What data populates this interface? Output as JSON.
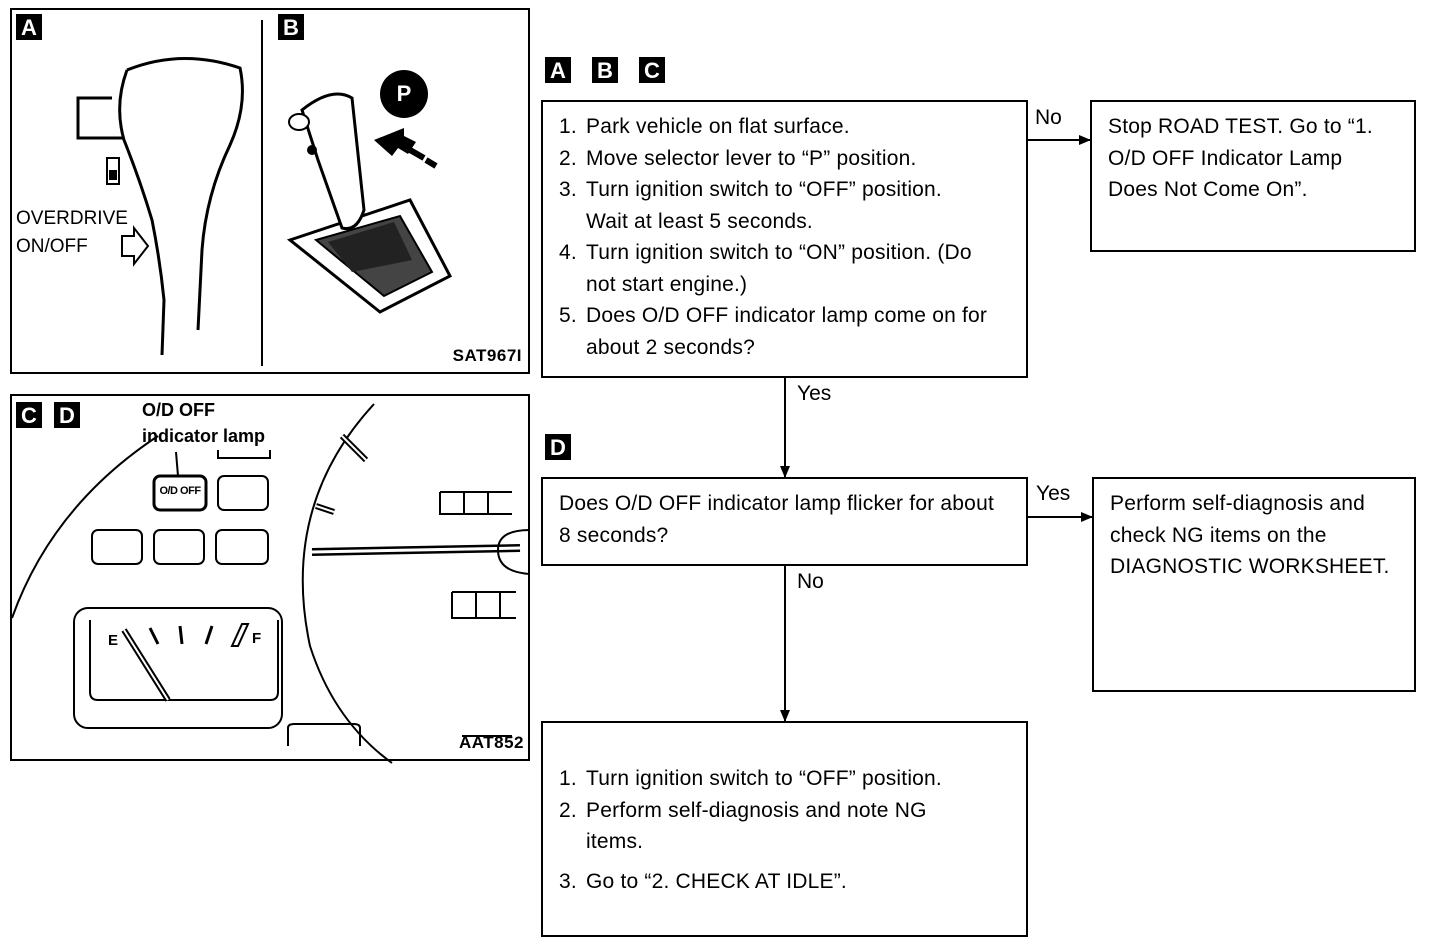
{
  "figA": {
    "tag": "A",
    "label_line1": "OVERDRIVE",
    "label_line2": "ON/OFF"
  },
  "figB": {
    "tag": "B",
    "position_badge": "P",
    "code": "SAT967I"
  },
  "figCD": {
    "tag_c": "C",
    "tag_d": "D",
    "callout_line1": "O/D OFF",
    "callout_line2": "indicator lamp",
    "lamp_text": "O/D OFF",
    "gauge_empty": "E",
    "gauge_full": "F",
    "code": "AAT852"
  },
  "flow": {
    "tags_top": [
      "A",
      "B",
      "C"
    ],
    "tag_mid": "D",
    "box1_steps": [
      {
        "num": "1.",
        "text": "Park vehicle on flat surface."
      },
      {
        "num": "2.",
        "text": "Move selector lever to “P” position."
      },
      {
        "num": "3.",
        "text": "Turn ignition switch to “OFF” position. Wait at least 5 seconds."
      },
      {
        "num": "4.",
        "text": "Turn ignition switch to “ON” position. (Do not start engine.)"
      },
      {
        "num": "5.",
        "text": "Does O/D OFF indicator lamp come on for about 2 seconds?"
      }
    ],
    "no_label_1": "No",
    "box2_text": "Stop ROAD TEST. Go to “1. O/D OFF Indicator Lamp Does Not Come On”.",
    "yes_label_1": "Yes",
    "box3_text": "Does O/D OFF indicator lamp flicker for about 8 seconds?",
    "yes_label_2": "Yes",
    "box4_text": "Perform self-diagnosis and check NG items on the DIAGNOSTIC WORKSHEET.",
    "no_label_2": "No",
    "box5_steps": [
      {
        "num": "1.",
        "text": "Turn ignition switch to “OFF” position."
      },
      {
        "num": "2.",
        "text": "Perform self-diagnosis and note NG items."
      },
      {
        "num": "3.",
        "text": "Go to “2. CHECK AT IDLE”."
      }
    ]
  }
}
